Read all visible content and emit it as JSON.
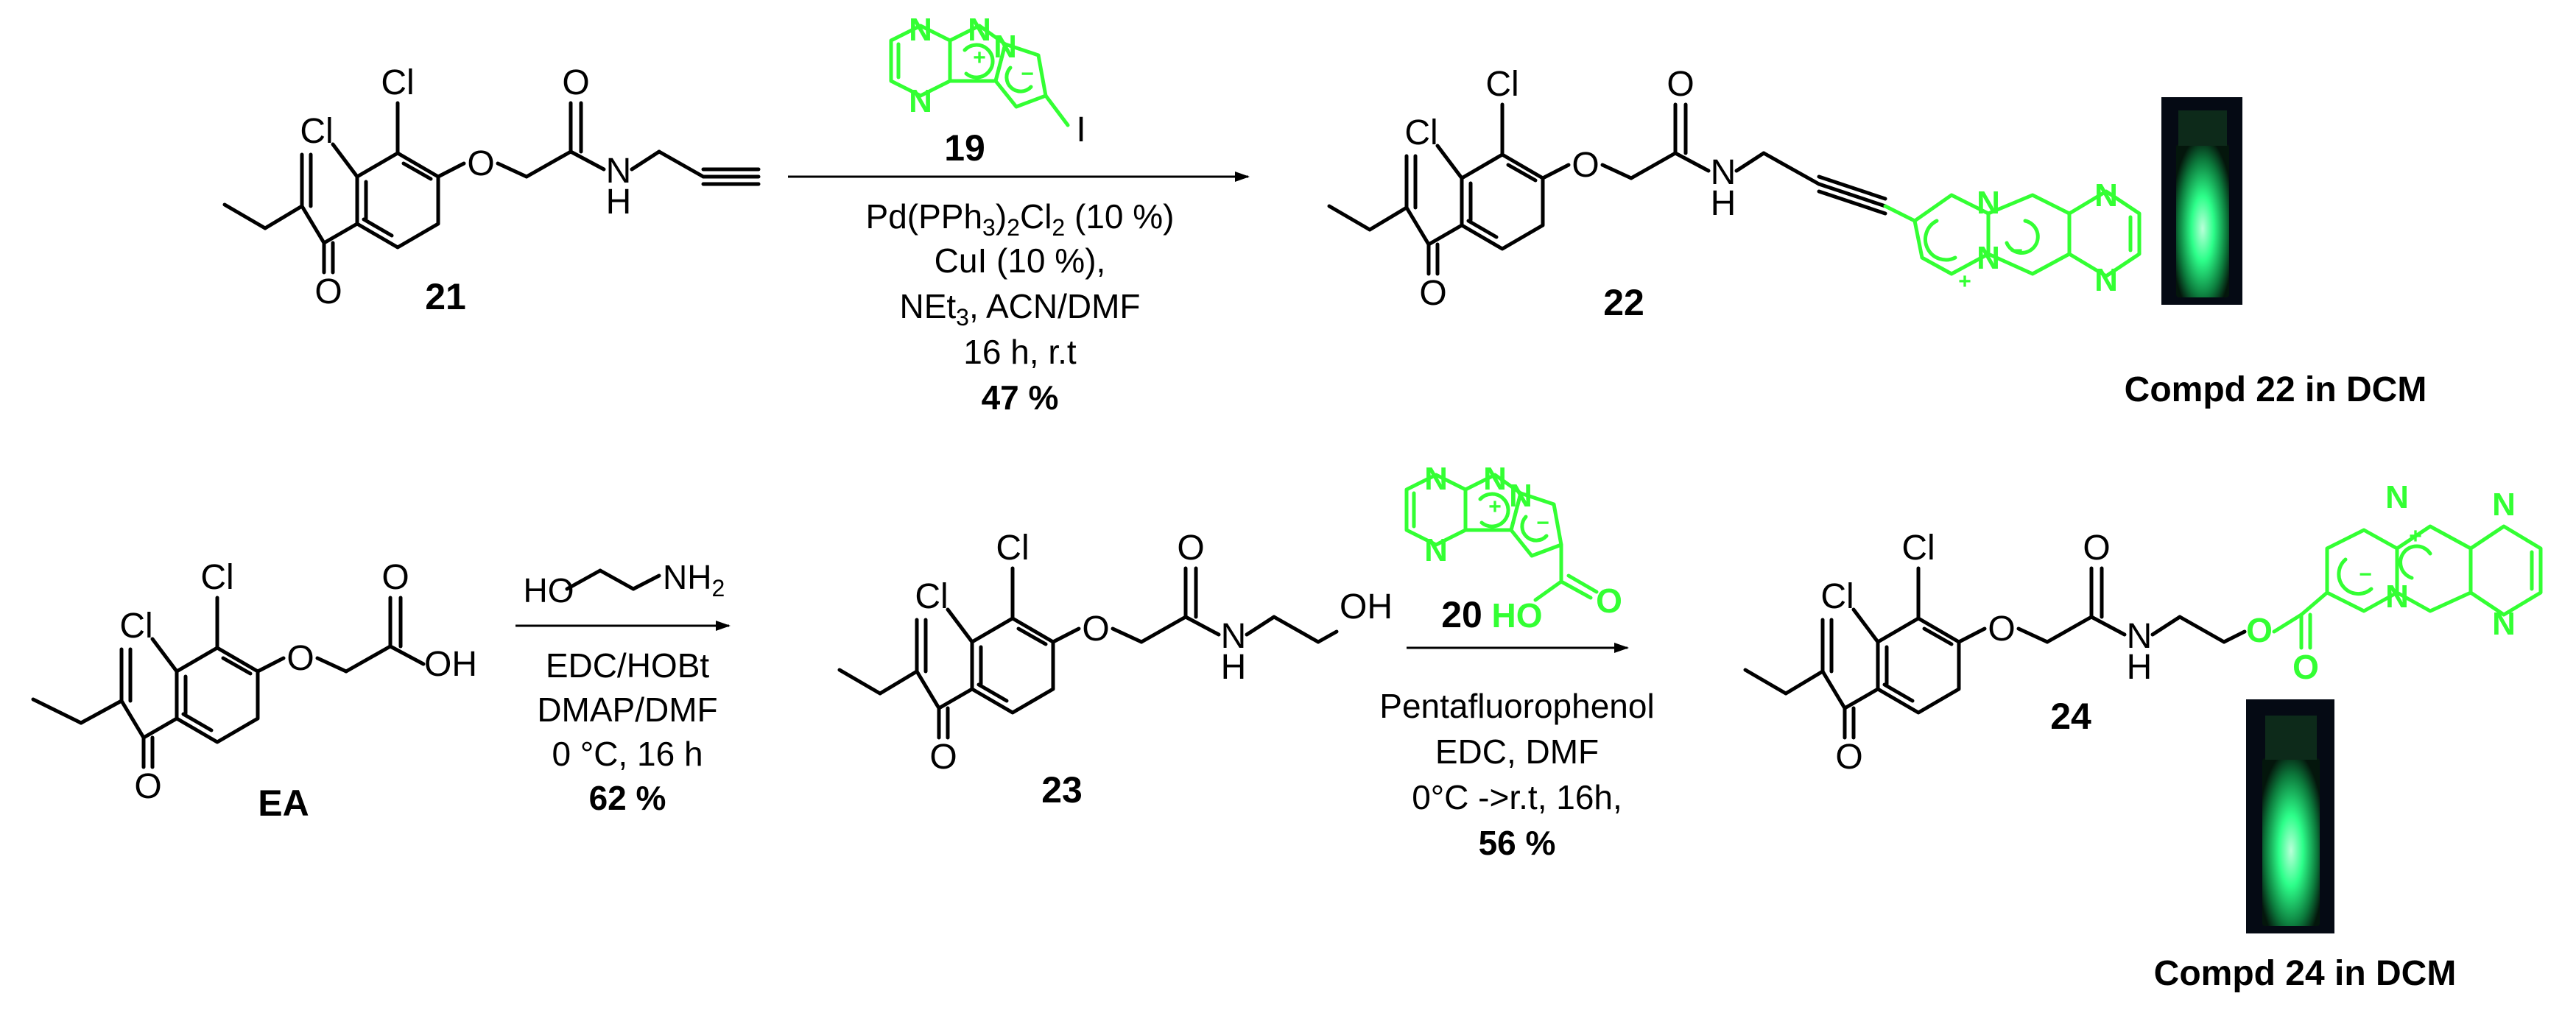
{
  "colors": {
    "dye": "#33ff33",
    "ink": "#000000",
    "vial_dark": "#050a14",
    "vial_glow": "#2dff8a"
  },
  "top_row": {
    "reactant": {
      "number": "21",
      "atoms": {
        "cl_a": "Cl",
        "cl_b": "Cl",
        "o_ether": "O",
        "o_amide": "O",
        "n_amide": "N",
        "h_amide": "H",
        "o_ketone": "O"
      }
    },
    "reagent": {
      "number": "19",
      "atoms": {
        "n1": "N",
        "n2": "N",
        "n3": "N",
        "n4": "N",
        "plus": "+",
        "minus": "−",
        "iodo": "I"
      }
    },
    "conditions": {
      "catalyst_main": "Pd(PPh",
      "catalyst_sub1": "3",
      "catalyst_mid": ")",
      "catalyst_sub2": "2",
      "catalyst_tail": "Cl",
      "catalyst_sub3": "2",
      "catalyst_load": " (10 %)",
      "cocatalyst": "CuI (10 %),",
      "base_main": "NEt",
      "base_sub": "3",
      "base_tail": ", ACN/DMF",
      "time": "16 h, r.t",
      "yield": "47 %"
    },
    "product": {
      "number": "22",
      "atoms": {
        "cl_a": "Cl",
        "cl_b": "Cl",
        "o_ether": "O",
        "o_amide": "O",
        "n_amide": "N",
        "h_amide": "H",
        "o_ketone": "O",
        "dn1": "N",
        "dn2": "N",
        "dn3": "N",
        "dn4": "N",
        "plus": "+",
        "minus": "−"
      }
    },
    "photo_caption": "Compd 22 in DCM"
  },
  "bottom_row": {
    "reactant": {
      "number": "EA",
      "atoms": {
        "cl_a": "Cl",
        "cl_b": "Cl",
        "o_ether": "O",
        "o_acid": "O",
        "oh": "OH",
        "o_ketone": "O"
      }
    },
    "reagent_1": {
      "ho": "HO",
      "nh2_main": "NH",
      "nh2_sub": "2"
    },
    "conditions_1": {
      "coupling": "EDC/HOBt",
      "additive": "DMAP/DMF",
      "temp_time": "0 °C, 16 h",
      "yield": "62 %"
    },
    "intermediate": {
      "number": "23",
      "atoms": {
        "cl_a": "Cl",
        "cl_b": "Cl",
        "o_ether": "O",
        "o_amide": "O",
        "n_amide": "N",
        "h_amide": "H",
        "oh": "OH",
        "o_ketone": "O"
      }
    },
    "reagent_2": {
      "number": "20",
      "atoms": {
        "n1": "N",
        "n2": "N",
        "n3": "N",
        "n4": "N",
        "plus": "+",
        "minus": "−",
        "ho": "HO",
        "o": "O"
      }
    },
    "conditions_2": {
      "activator": "Pentafluorophenol",
      "coupling": "EDC, DMF",
      "temp_time": "0°C ->r.t,  16h,",
      "yield": "56 %"
    },
    "product": {
      "number": "24",
      "atoms": {
        "cl_a": "Cl",
        "cl_b": "Cl",
        "o_ether": "O",
        "o_amide": "O",
        "n_amide": "N",
        "h_amide": "H",
        "o_ester": "O",
        "o_carbonyl": "O",
        "o_ketone": "O",
        "dn1": "N",
        "dn2": "N",
        "dn3": "N",
        "dn4": "N",
        "plus": "+",
        "minus": "−"
      }
    },
    "photo_caption": "Compd 24 in DCM"
  }
}
